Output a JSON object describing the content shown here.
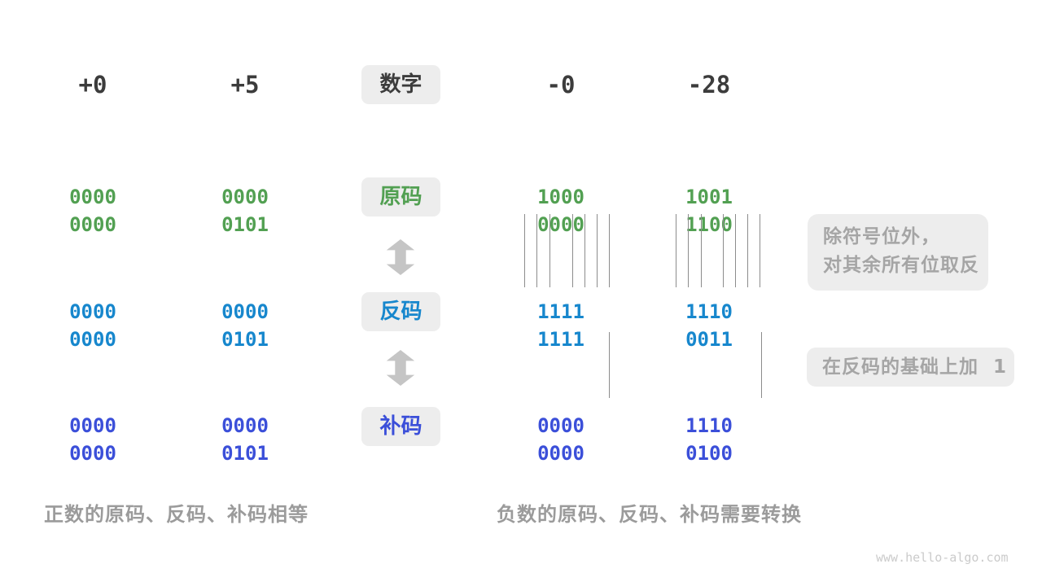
{
  "colors": {
    "green": "#52a052",
    "blue": "#1787cd",
    "indigo": "#3b4fd9",
    "dark": "#3c3c3c",
    "caption": "#9b9b9b",
    "note": "#a5a5a5",
    "boxbg": "#ededed",
    "arrow": "#c5c5c5",
    "line": "#8c8c8c",
    "wm": "#cbcbcb"
  },
  "header": {
    "label": "数字",
    "values": [
      "+0",
      "+5",
      "-0",
      "-28"
    ]
  },
  "rows": [
    {
      "label": "原码",
      "values": [
        "0000 0000",
        "0000 0101",
        "1000 0000",
        "1001 1100"
      ]
    },
    {
      "label": "反码",
      "values": [
        "0000 0000",
        "0000 0101",
        "1111 1111",
        "1110 0011"
      ]
    },
    {
      "label": "补码",
      "values": [
        "0000 0000",
        "0000 0101",
        "0000 0000",
        "1110 0100"
      ]
    }
  ],
  "annotations": {
    "invert_line1": "除符号位外，",
    "invert_line2": "对其余所有位取反",
    "add_one": "在反码的基础上加  1"
  },
  "captions": {
    "positive": "正数的原码、反码、补码相等",
    "negative": "负数的原码、反码、补码需要转换"
  },
  "watermark": "www.hello-algo.com"
}
